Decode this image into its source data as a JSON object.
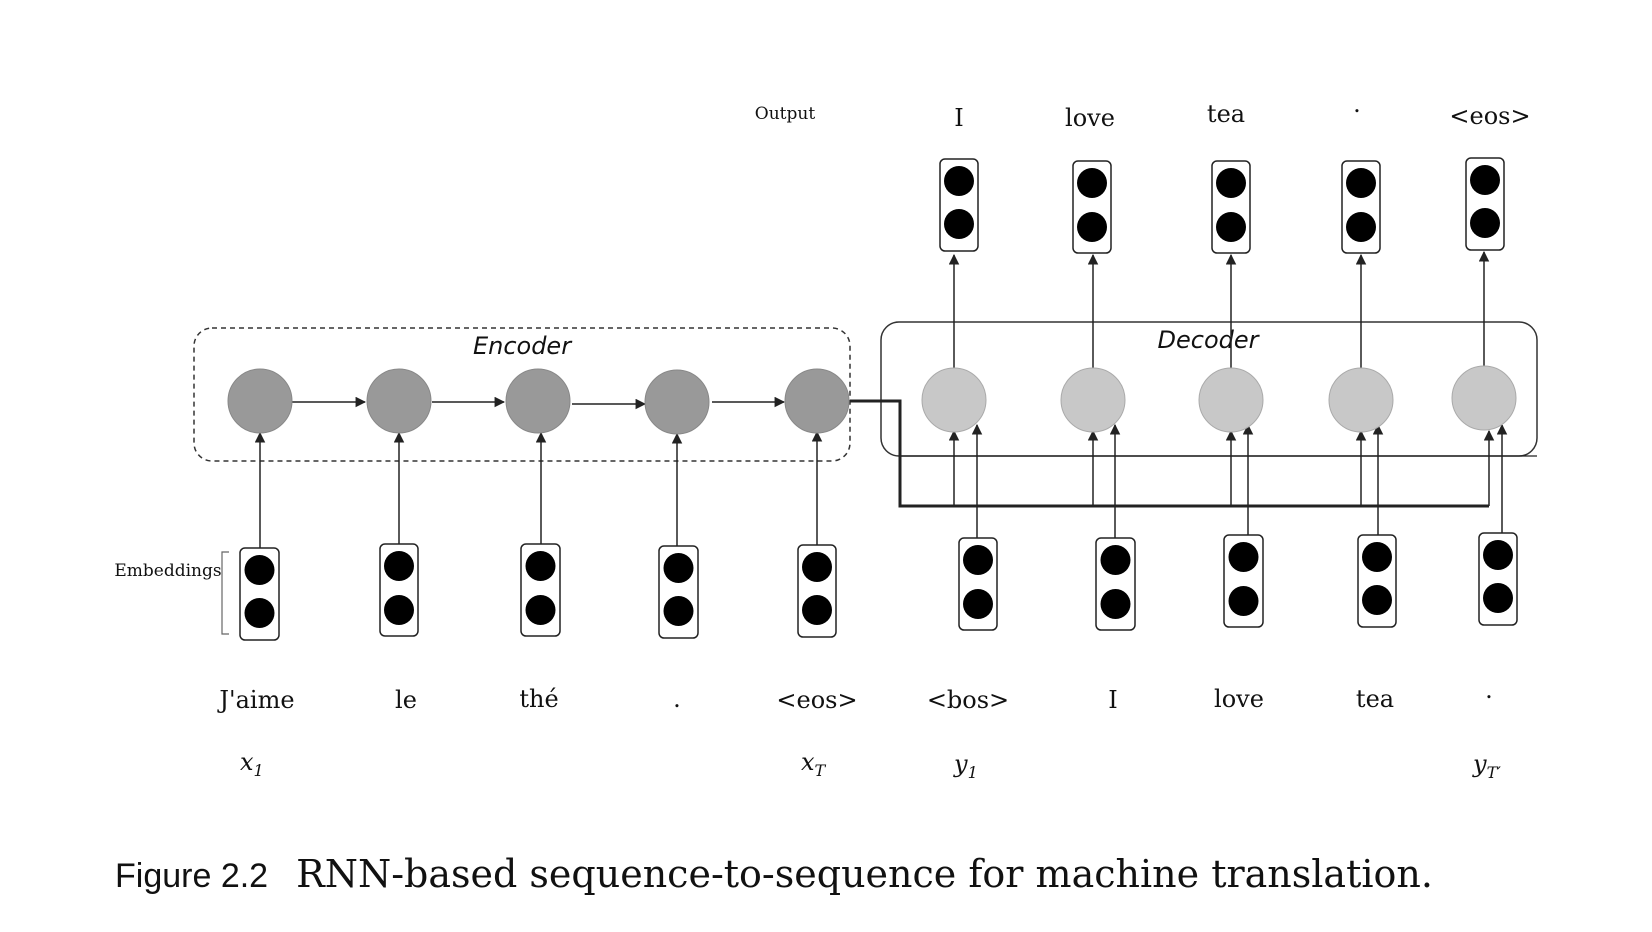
{
  "labels": {
    "output": "Output",
    "embeddings": "Embeddings",
    "encoder": "Encoder",
    "decoder": "Decoder"
  },
  "encoder_tokens": [
    "J'aime",
    "le",
    "thé",
    ".",
    "<eos>"
  ],
  "decoder_input_tokens": [
    "<bos>",
    "I",
    "love",
    "tea",
    "."
  ],
  "output_tokens": [
    "I",
    "love",
    "tea",
    ".",
    "<eos>"
  ],
  "variables": {
    "x1": {
      "base": "x",
      "sub": "1"
    },
    "xT": {
      "base": "x",
      "sub": "T"
    },
    "y1": {
      "base": "y",
      "sub": "1"
    },
    "yT": {
      "base": "y",
      "sub": "T′"
    }
  },
  "caption": {
    "figure_label": "Figure 2.2",
    "text": "RNN-based sequence-to-sequence for machine translation."
  },
  "colors": {
    "encoder_node": "#999999",
    "decoder_node": "#c8c8c8",
    "line": "#222222"
  }
}
